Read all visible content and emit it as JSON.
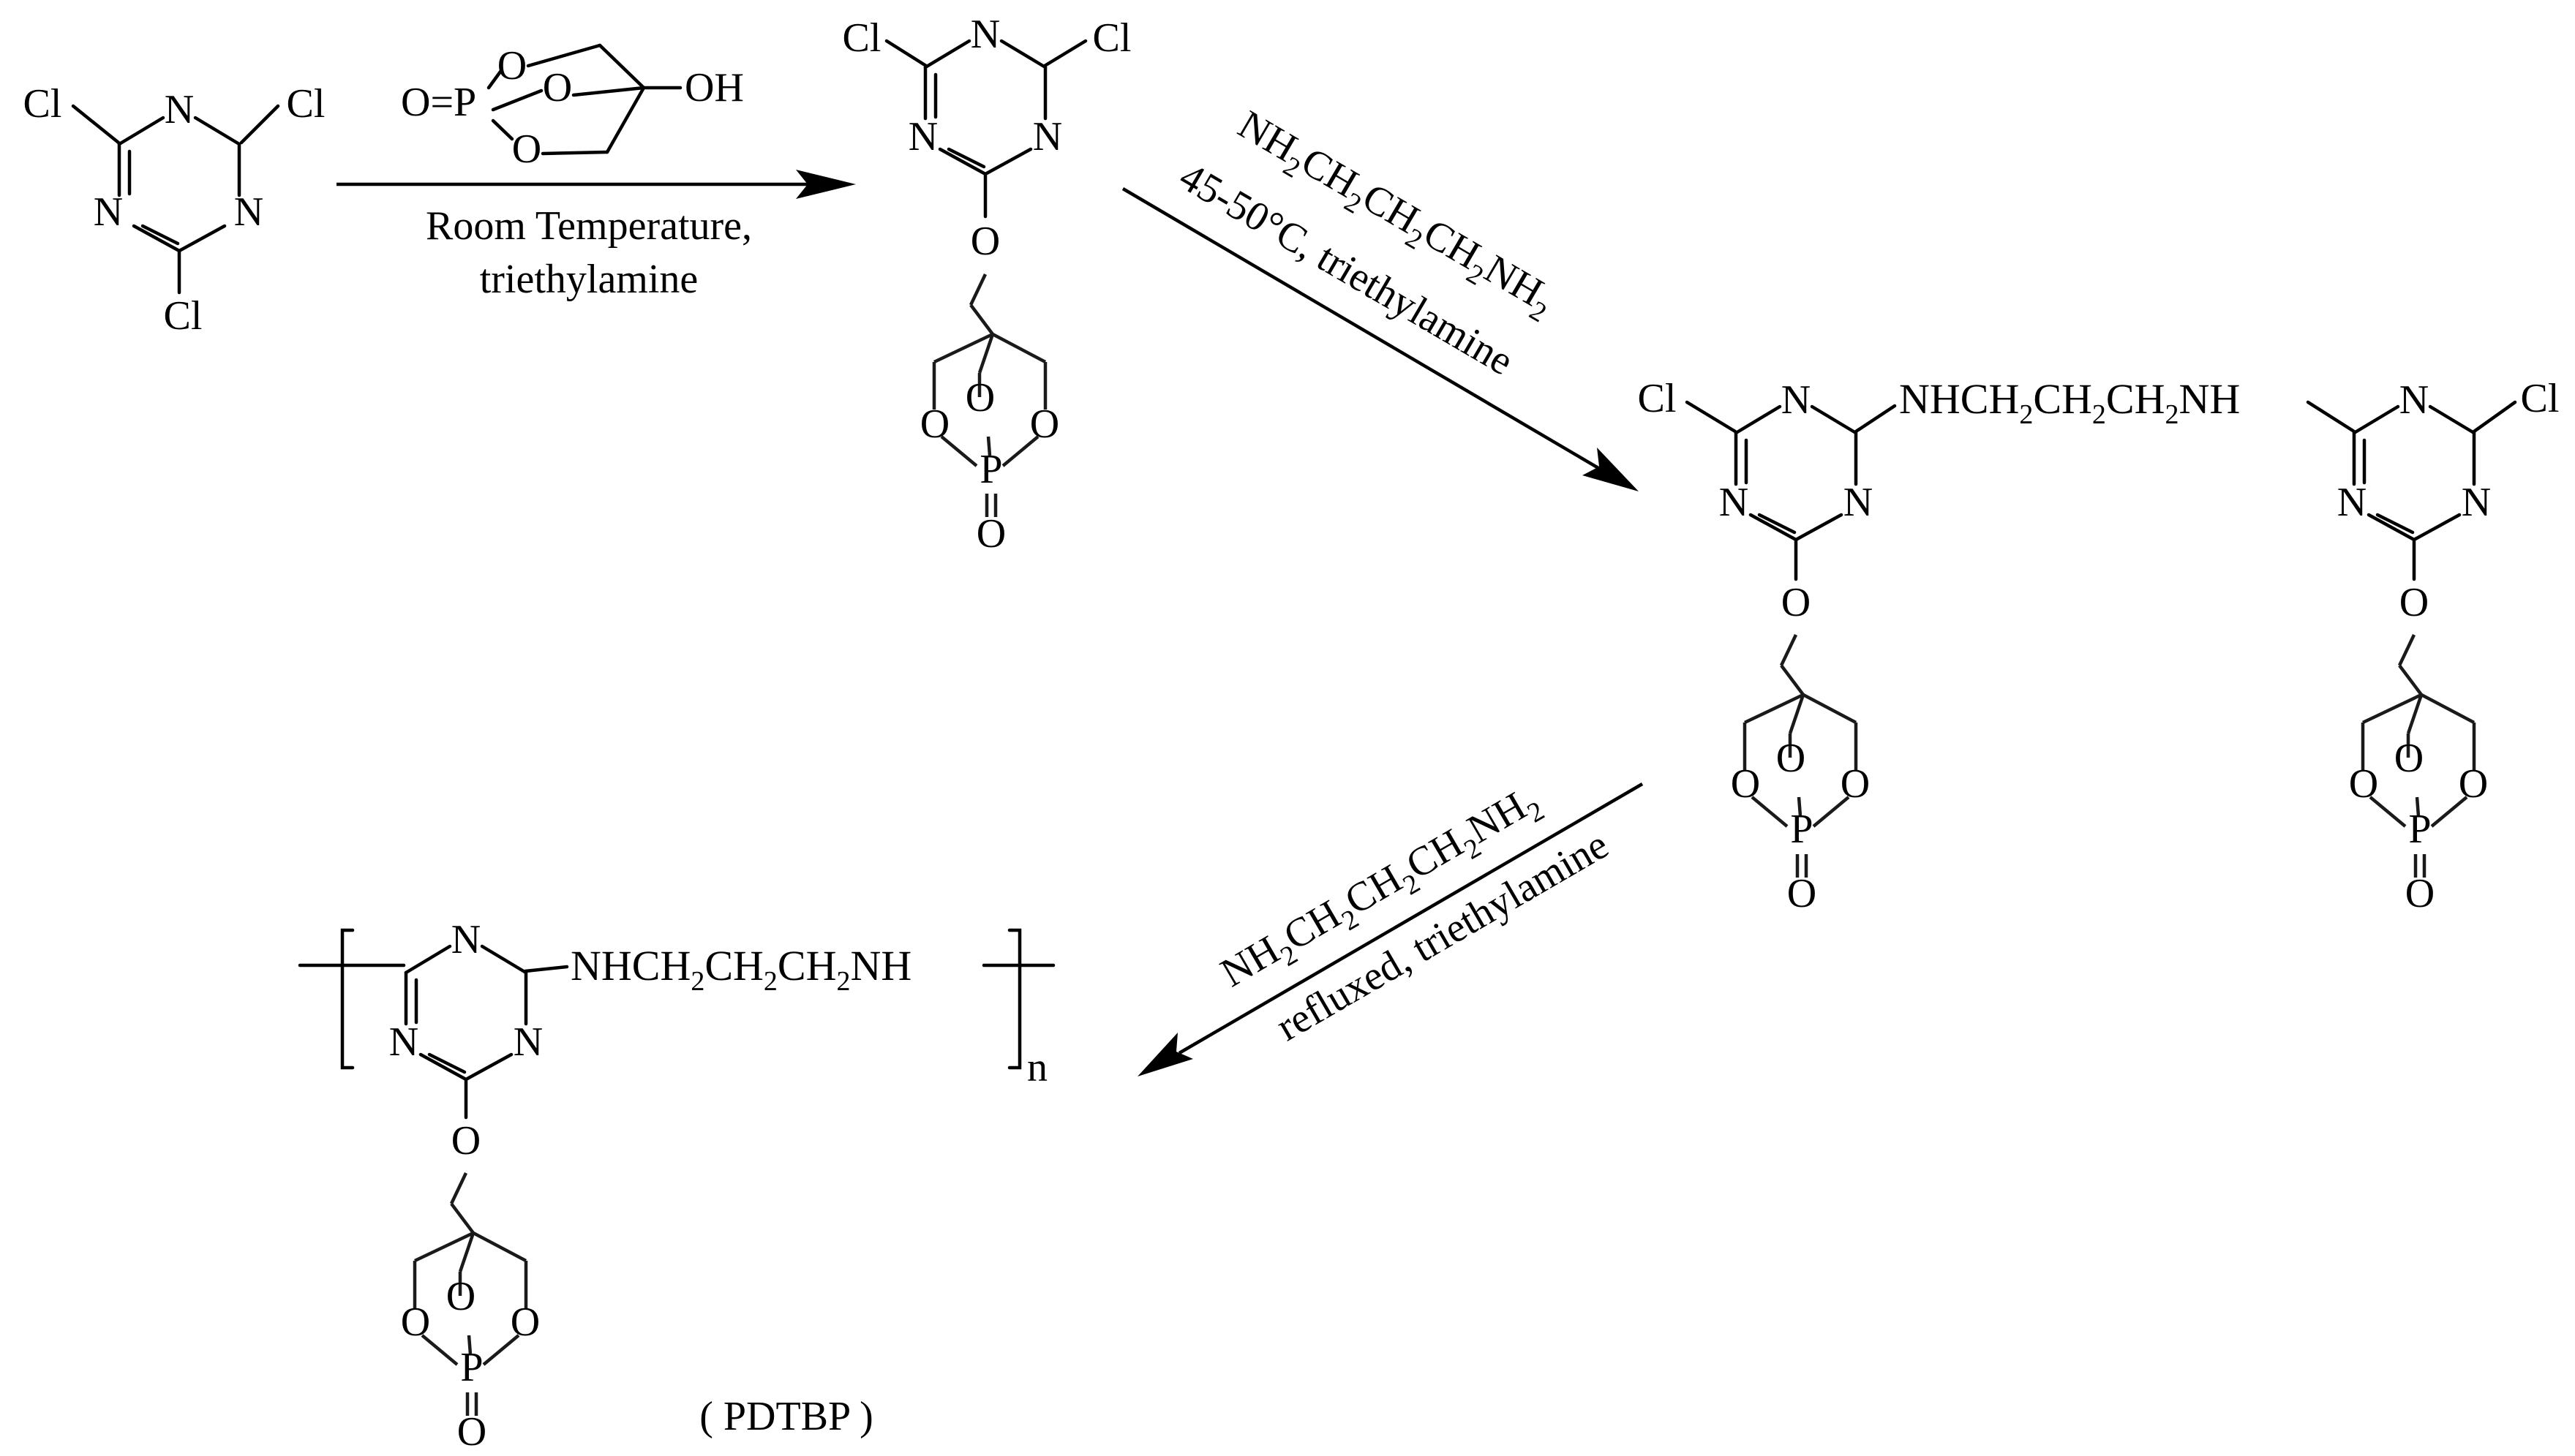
{
  "atoms": {
    "cl": "Cl",
    "n": "N",
    "o": "O",
    "p": "P",
    "oh": "OH",
    "p_oxo_left": "O=P",
    "oxo": "O"
  },
  "reaction1": {
    "conditions_line1": "Room Temperature,",
    "conditions_line2": "triethylamine"
  },
  "reaction2": {
    "reagent_parts": [
      "NH",
      "2",
      "CH",
      "2",
      "CH",
      "2",
      "CH",
      "2",
      "NH",
      "2"
    ],
    "conditions": "45-50°C, triethylamine"
  },
  "reaction3": {
    "reagent_parts": [
      "NH",
      "2",
      "CH",
      "2",
      "CH",
      "2",
      "CH",
      "2",
      "NH",
      "2"
    ],
    "conditions": "refluxed, triethylamine"
  },
  "linker": {
    "parts": [
      "NHCH",
      "2",
      "CH",
      "2",
      "CH",
      "2",
      "NH"
    ]
  },
  "polymer": {
    "repeat_subscript": "n",
    "name": "( PDTBP )"
  }
}
